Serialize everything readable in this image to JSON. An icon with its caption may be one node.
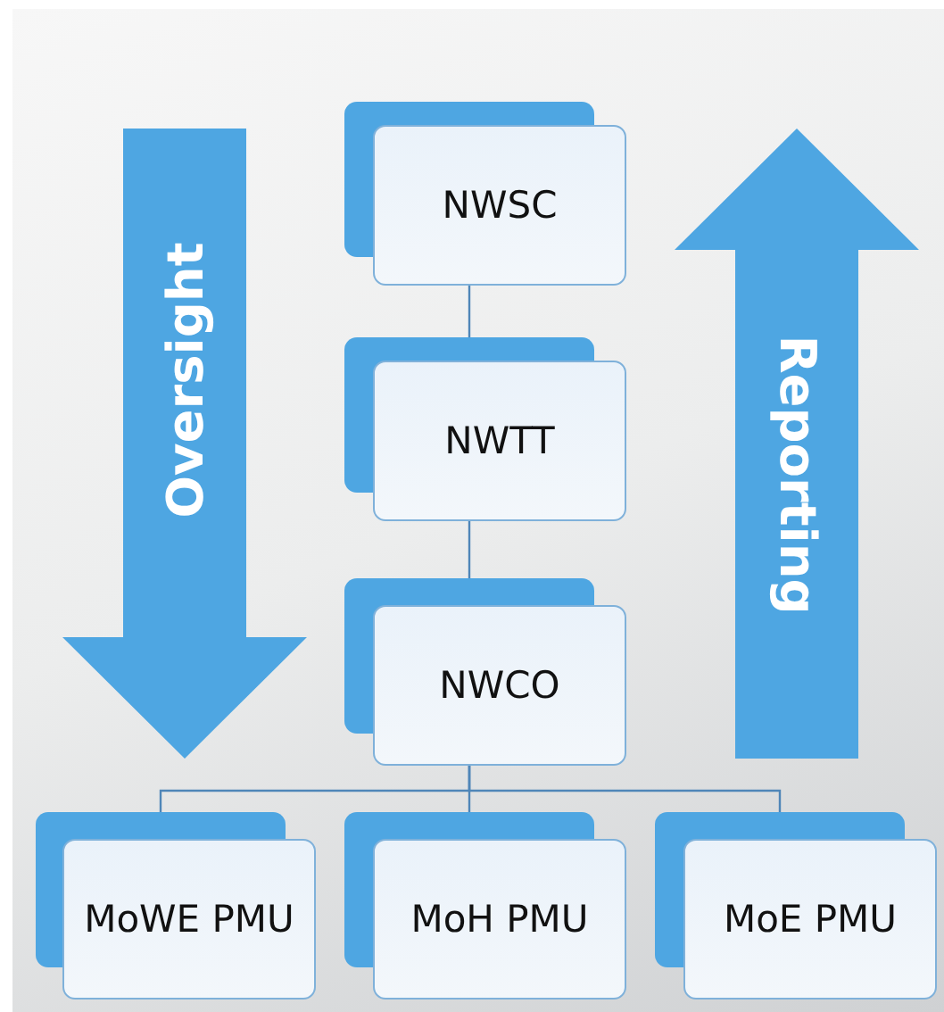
{
  "diagram": {
    "nodes": [
      {
        "text": [
          "Oversight"
        ]
      },
      {
        "text": [
          "NWSC"
        ]
      },
      {
        "text": [
          "Reporting"
        ]
      },
      {
        "text": [
          "NWTT"
        ]
      },
      {
        "text": [
          "NWCO"
        ]
      },
      {
        "text": [
          "MoWE PMU"
        ]
      },
      {
        "text": [
          "MoH PMU"
        ]
      },
      {
        "text": [
          "MoE PMU"
        ]
      }
    ],
    "edges": [
      {
        "from": 1,
        "to": 3,
        "arrow": "none"
      },
      {
        "from": 3,
        "to": 4,
        "arrow": "none"
      },
      {
        "from": 4,
        "to": 5,
        "arrow": "none"
      },
      {
        "from": 4,
        "to": 6,
        "arrow": "none"
      },
      {
        "from": 4,
        "to": 7,
        "arrow": "none"
      }
    ]
  }
}
